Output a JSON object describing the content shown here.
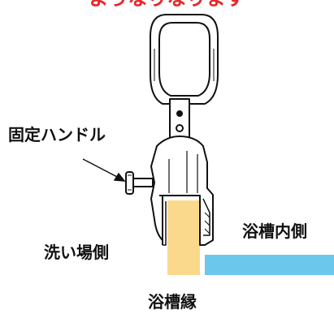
{
  "caption": "ようなりなります",
  "labels": {
    "fixed_handle": "固定ハンドル",
    "tub_inside": "浴槽内側",
    "wash_side": "洗い場側",
    "tub_rim": "浴槽縁"
  },
  "colors": {
    "caption": "#e8262b",
    "tub_rim_fill": "#fbd98c",
    "tub_inside_fill": "#6cc7ec",
    "line": "#111111"
  }
}
